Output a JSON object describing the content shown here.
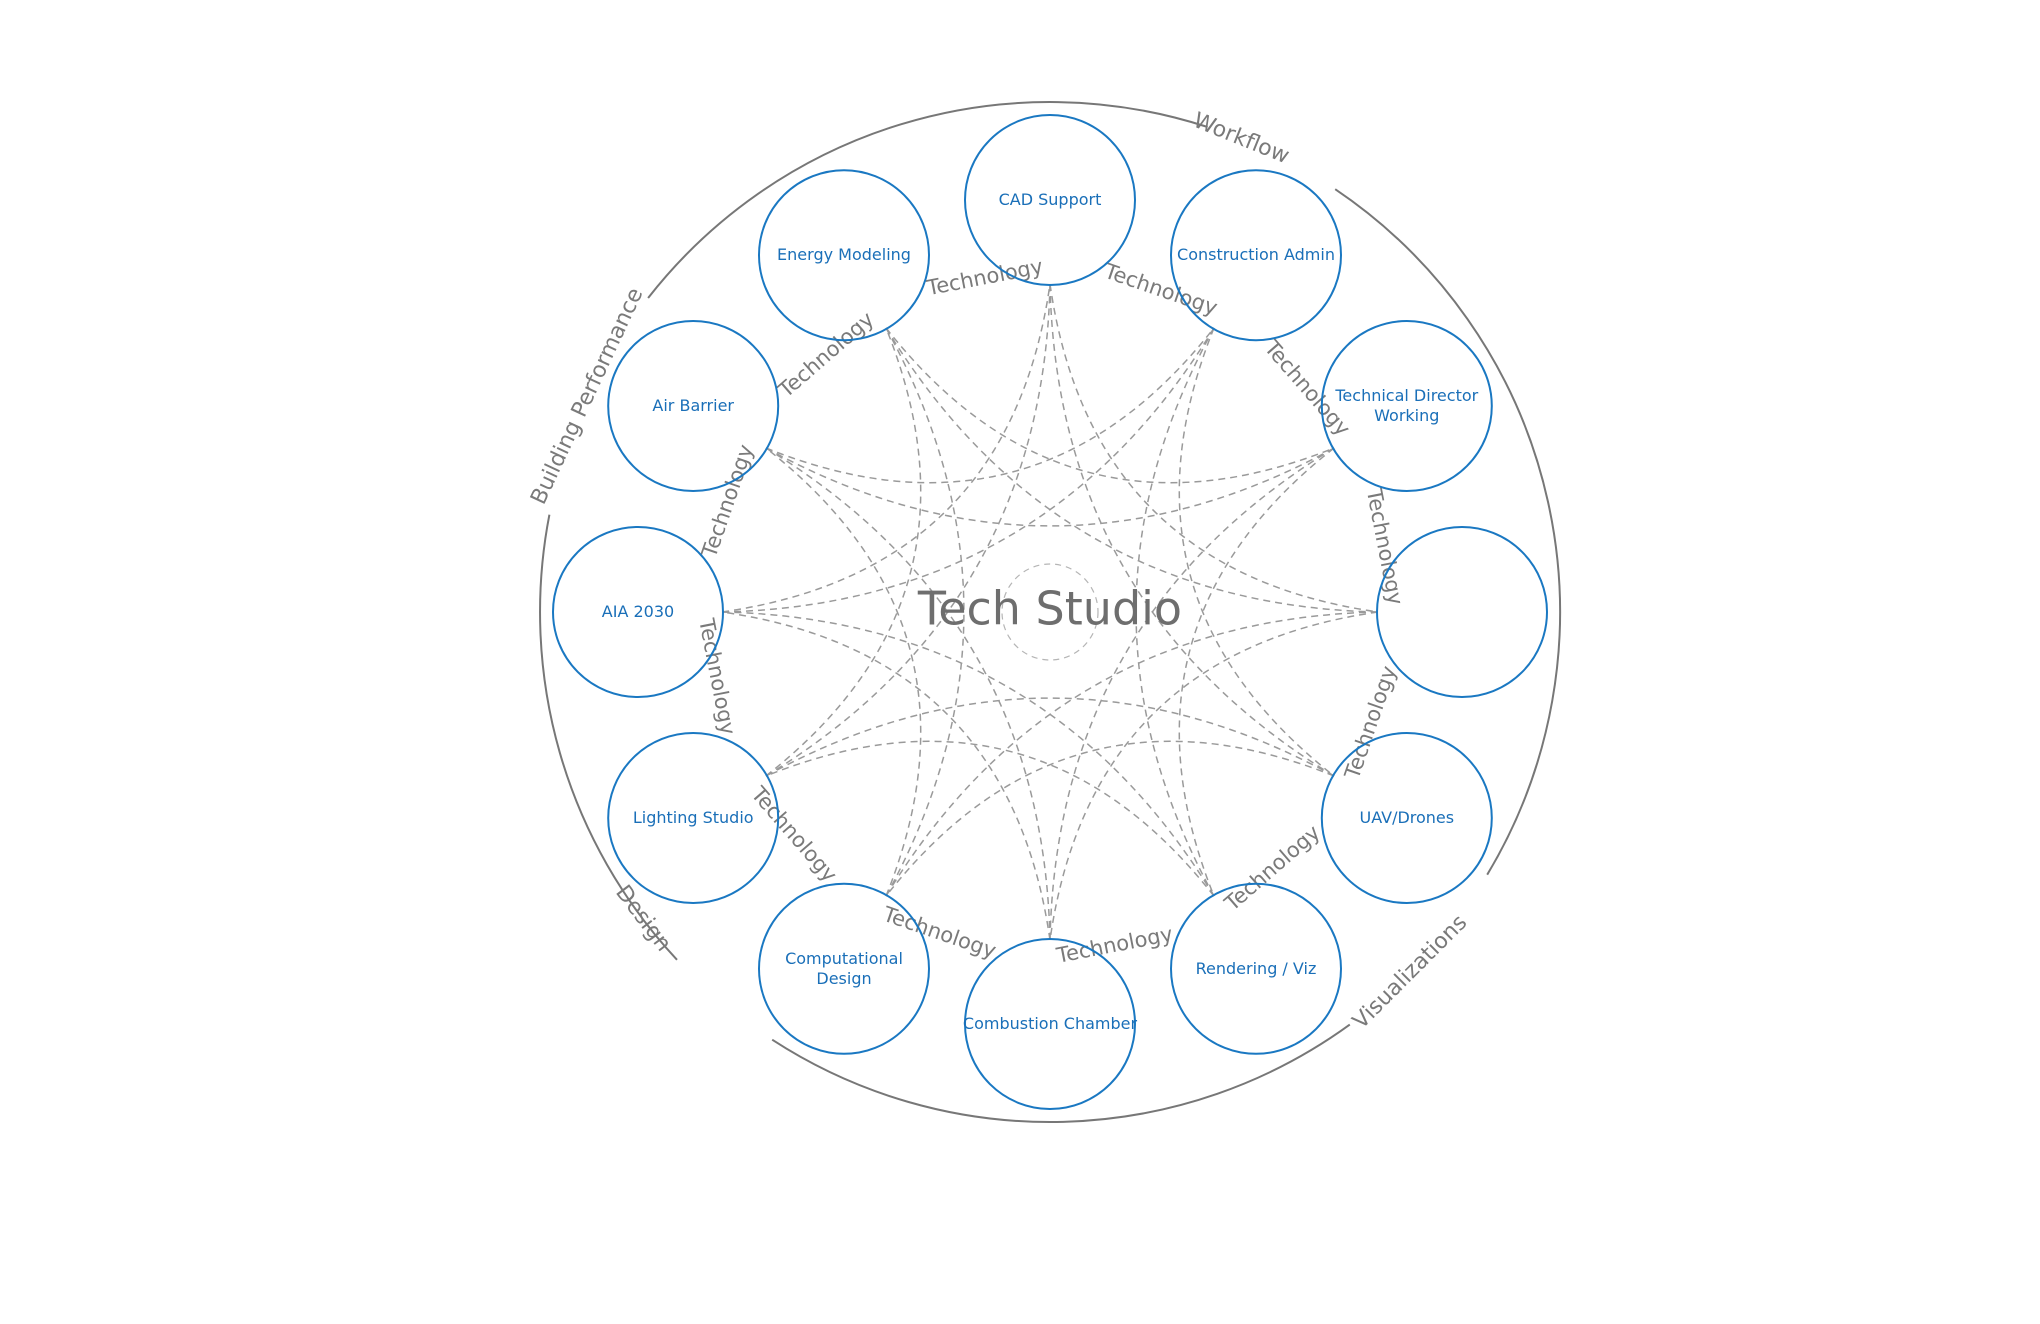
{
  "title": "Tech Studio",
  "categories": [
    {
      "label": "Workflow"
    },
    {
      "label": "Building Performance"
    },
    {
      "label": "Design"
    },
    {
      "label": "Visualizations"
    }
  ],
  "nodes": [
    {
      "label": "CAD Support",
      "link_label": "Technology"
    },
    {
      "label": "Construction Admin",
      "link_label": "Technology"
    },
    {
      "label": "Technical Director Working",
      "link_label": "Technology"
    },
    {
      "label": "",
      "link_label": "Technology"
    },
    {
      "label": "UAV/Drones",
      "link_label": "Technology"
    },
    {
      "label": "Rendering / Viz",
      "link_label": "Technology"
    },
    {
      "label": "Combustion Chamber",
      "link_label": "Technology"
    },
    {
      "label": "Computational Design",
      "link_label": "Technology"
    },
    {
      "label": "Lighting Studio",
      "link_label": "Technology"
    },
    {
      "label": "AIA 2030",
      "link_label": "Technology"
    },
    {
      "label": "Air Barrier",
      "link_label": "Technology"
    },
    {
      "label": "Energy Modeling",
      "link_label": "Technology"
    }
  ],
  "colors": {
    "node_stroke": "#1a78c2",
    "node_text": "#1a6fb8",
    "ring": "#777777",
    "connector": "#9a9a9a",
    "label": "#7a7a7a",
    "title": "#6e6e6e"
  }
}
